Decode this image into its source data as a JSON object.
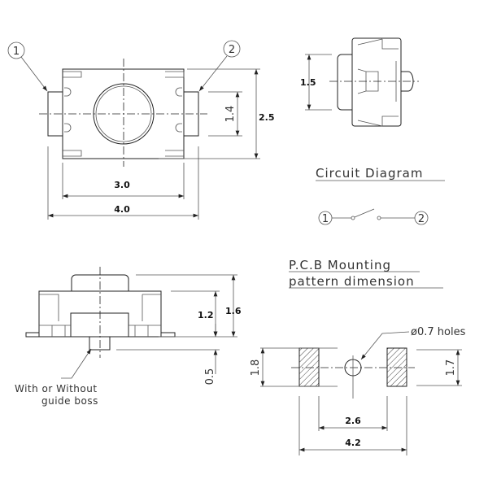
{
  "top_view": {
    "pin1": "1",
    "pin2": "2",
    "dim_terminal_width": "1.4",
    "dim_height": "2.5",
    "dim_body_length": "3.0",
    "dim_total_length": "4.0"
  },
  "right_view": {
    "dim_button_width": "1.5"
  },
  "circuit": {
    "title": "Circuit Diagram",
    "pin1": "1",
    "pin2": "2"
  },
  "side_view": {
    "dim_total_height": "1.6",
    "dim_body_height": "1.2",
    "dim_boss": "0.5",
    "note_line1": "With or Without",
    "note_line2": "guide boss"
  },
  "pcb": {
    "title_line1": "P.C.B Mounting",
    "title_line2": "pattern dimension",
    "hole_label": "ø0.7 holes",
    "dim_pad_height_left": "1.8",
    "dim_pad_height_right": "1.7",
    "dim_inner_span": "2.6",
    "dim_outer_span": "4.2"
  }
}
